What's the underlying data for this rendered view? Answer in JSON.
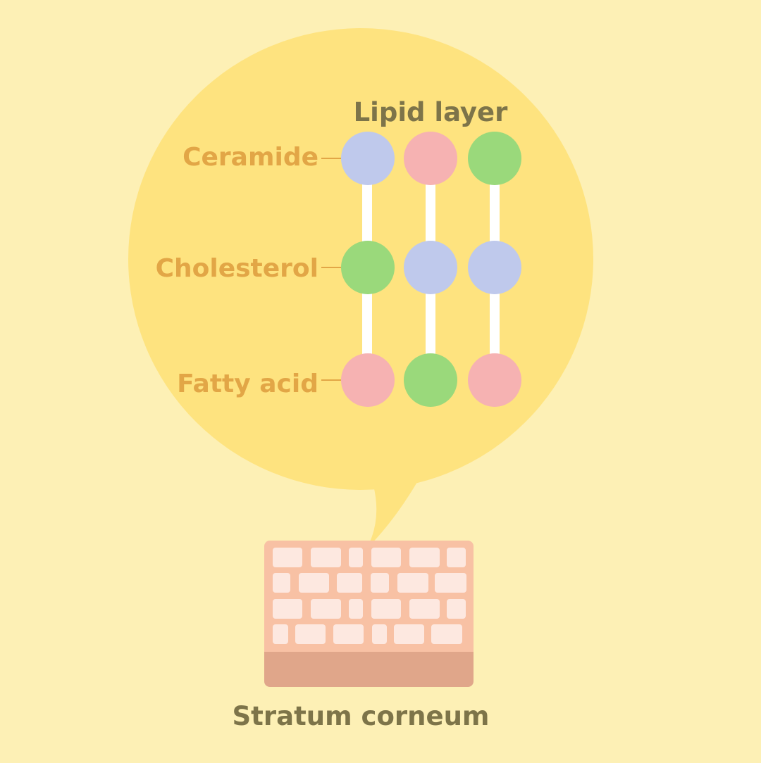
{
  "title": "Lipid layer",
  "caption": "Stratum corneum",
  "rows": [
    {
      "label": "Ceramide",
      "circles": [
        "blue",
        "pink",
        "green"
      ]
    },
    {
      "label": "Cholesterol",
      "circles": [
        "green",
        "blue",
        "blue"
      ]
    },
    {
      "label": "Fatty acid",
      "circles": [
        "pink",
        "green",
        "pink"
      ]
    }
  ],
  "colors": {
    "background": "#fdf0b5",
    "bubble": "#fee37f",
    "label": "#e2a646",
    "title": "#7d7449",
    "blue": "#bfc9ec",
    "pink": "#f6b2b2",
    "green": "#9ad97b",
    "connector": "#ffffff",
    "skin_top": "#f8c1a4",
    "skin_bottom": "#e0a68a",
    "cell": "#fde8e0"
  }
}
